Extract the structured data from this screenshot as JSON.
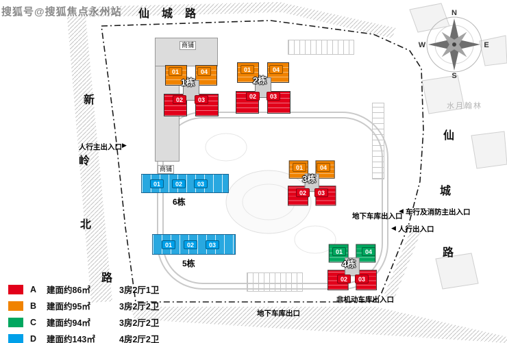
{
  "watermark": "搜狐号@搜狐焦点永州站",
  "roads": {
    "top": [
      "仙",
      "城",
      "路"
    ],
    "left": [
      "新",
      "岭",
      "北",
      "路"
    ],
    "right": [
      "仙",
      "城",
      "路"
    ]
  },
  "compass": {
    "n": "N",
    "e": "E",
    "s": "S",
    "w": "W"
  },
  "neighbor_label": "水月翰林",
  "site_labels": {
    "shop": "商铺"
  },
  "entrances": {
    "pedestrian_main": "人行主出入口",
    "vehicle_fire_main": "车行及消防主出入口",
    "pedestrian_side": "人行出入口",
    "garage_in_out": "地下车库出入口",
    "non_motor_garage": "非机动车库出入口",
    "garage_exit": "地下车库出口"
  },
  "buildings": [
    {
      "name": "1栋",
      "units": [
        "01",
        "04",
        "02",
        "03"
      ],
      "unit_types": [
        "B",
        "B",
        "A",
        "A"
      ]
    },
    {
      "name": "2栋",
      "units": [
        "01",
        "04",
        "02",
        "03"
      ],
      "unit_types": [
        "B",
        "B",
        "A",
        "A"
      ]
    },
    {
      "name": "3栋",
      "units": [
        "01",
        "04",
        "02",
        "03"
      ],
      "unit_types": [
        "B",
        "B",
        "A",
        "A"
      ]
    },
    {
      "name": "4栋",
      "units": [
        "01",
        "04",
        "02",
        "03"
      ],
      "unit_types": [
        "C",
        "C",
        "A",
        "A"
      ]
    },
    {
      "name": "5栋",
      "units": [
        "01",
        "02",
        "03"
      ],
      "unit_types": [
        "D",
        "D",
        "D"
      ]
    },
    {
      "name": "6栋",
      "units": [
        "01",
        "02",
        "03"
      ],
      "unit_types": [
        "D",
        "D",
        "D"
      ]
    }
  ],
  "legend": [
    {
      "key": "A",
      "color": "#e2001a",
      "area": "建面约86㎡",
      "layout": "3房2厅1卫"
    },
    {
      "key": "B",
      "color": "#f08300",
      "area": "建面约95㎡",
      "layout": "3房2厅2卫"
    },
    {
      "key": "C",
      "color": "#00a75f",
      "area": "建面约94㎡",
      "layout": "3房2厅2卫"
    },
    {
      "key": "D",
      "color": "#00a0e9",
      "area": "建面约143㎡",
      "layout": "4房2厅2卫"
    }
  ]
}
